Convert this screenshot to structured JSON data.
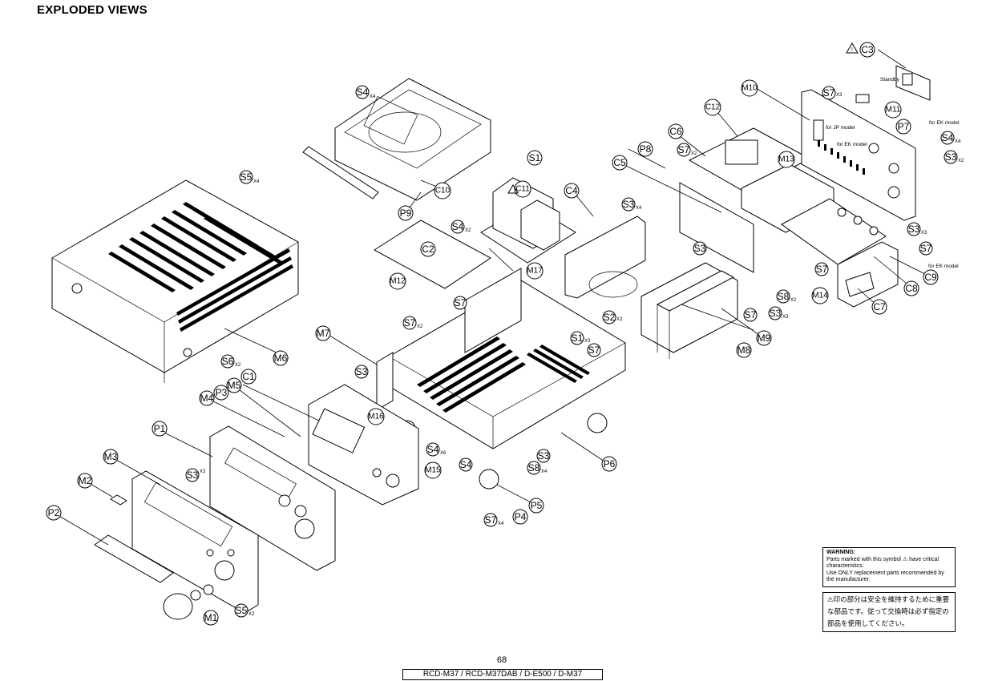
{
  "title": "EXPLODED VIEWS",
  "page_number": "68",
  "models": "RCD-M37 / RCD-M37DAB / D-E500 / D-M37",
  "warning": {
    "title": "WARNING:",
    "line1": "Parts marked with this symbol ⚠ have critical characteristics.",
    "line2": "Use ONLY replacement parts recommended by the manufacturer."
  },
  "jp_note": "⚠印の部分は安全を維持するために重要な部品です。従って交換時は必ず指定の部品を使用してください。",
  "model_notes": {
    "jp_model": "for JP model",
    "ek_model_1": "for EK model",
    "ek_model_2": "for EK model",
    "ek_model_3": "for EK model",
    "standby": "Standby"
  },
  "callouts": {
    "c1": "C1",
    "c2": "C2",
    "c3": "C3",
    "c4": "C4",
    "c5": "C5",
    "c6": "C6",
    "c7": "C7",
    "c8": "C8",
    "c9": "C9",
    "c10": "C10",
    "c11": "C11",
    "c12": "C12",
    "m1": "M1",
    "m2": "M2",
    "m3": "M3",
    "m4": "M4",
    "m5": "M5",
    "m6": "M6",
    "m7": "M7",
    "m8": "M8",
    "m9": "M9",
    "m10": "M10",
    "m11": "M11",
    "m12": "M12",
    "m13": "M13",
    "m14": "M14",
    "m15": "M15",
    "m16": "M16",
    "m17": "M17",
    "p1": "P1",
    "p2": "P2",
    "p3": "P3",
    "p4": "P4",
    "p5": "P5",
    "p6": "P6",
    "p7": "P7",
    "p8": "P8",
    "p9": "P9",
    "s1a": "S1",
    "s1b": "S1",
    "s2": "S2",
    "s3a": "S3",
    "s3b": "S3",
    "s3c": "S3",
    "s3d": "S3",
    "s3e": "S3",
    "s3f": "S3",
    "s3g": "S3",
    "s3h": "S3",
    "s3i": "S3",
    "s4a": "S4",
    "s4b": "S4",
    "s4c": "S4",
    "s4d": "S4",
    "s4e": "S4",
    "s5a": "S5",
    "s5b": "S5",
    "s6": "S6",
    "s7a": "S7",
    "s7b": "S7",
    "s7c": "S7",
    "s7d": "S7",
    "s7e": "S7",
    "s7f": "S7",
    "s7g": "S7",
    "s7h": "S7",
    "s7i": "S7",
    "s8a": "S8",
    "s8b": "S8"
  },
  "quantities": {
    "x4": "X4",
    "x2": "X2",
    "x3": "X3",
    "x6": "X6"
  }
}
